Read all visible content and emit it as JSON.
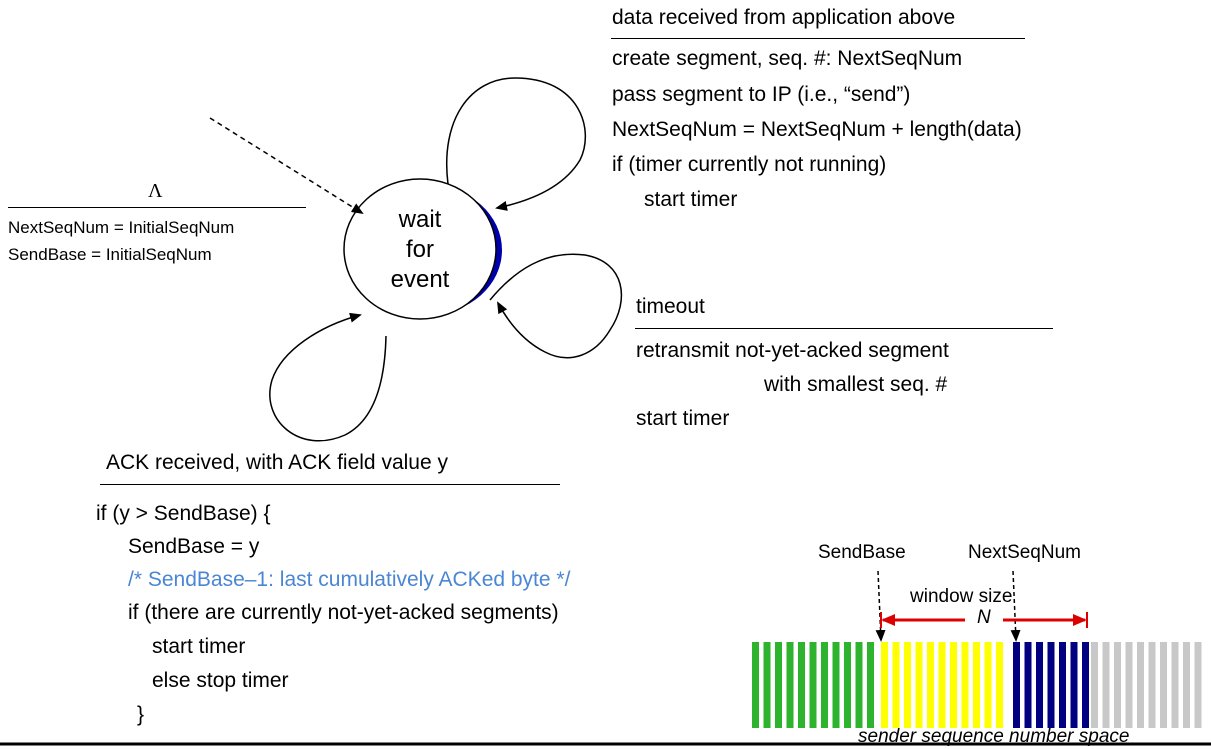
{
  "state": {
    "lines": [
      "wait",
      "for",
      "event"
    ]
  },
  "init": {
    "event": "Λ",
    "actions": [
      "NextSeqNum = InitialSeqNum",
      "SendBase = InitialSeqNum"
    ]
  },
  "data_transition": {
    "event": "data received from application above",
    "actions": [
      "create segment, seq. #: NextSeqNum",
      "pass segment to IP (i.e., “send”)",
      "NextSeqNum = NextSeqNum + length(data)",
      "if (timer currently not running)",
      "start timer"
    ]
  },
  "timeout_transition": {
    "event": "timeout",
    "actions": [
      "retransmit not-yet-acked segment",
      "with smallest seq. #",
      "start timer"
    ]
  },
  "ack_transition": {
    "event": "ACK received, with ACK field value y",
    "actions": [
      "if (y > SendBase) {",
      "SendBase = y",
      "/* SendBase–1: last cumulatively ACKed byte */",
      "if (there are currently not-yet-acked segments)",
      "start timer",
      "else stop timer",
      "}"
    ]
  },
  "seq_space": {
    "sendbase_label": "SendBase",
    "nextseqnum_label": "NextSeqNum",
    "window_label": "window size",
    "window_symbol": "N",
    "caption": "sender sequence number space",
    "colors": {
      "acked": "#2db32d",
      "sent_not_acked": "#ffff00",
      "usable": "#000080",
      "not_usable": "#c8c8c8",
      "arrow": "#dd0000",
      "state_shadow": "#0000aa"
    }
  }
}
